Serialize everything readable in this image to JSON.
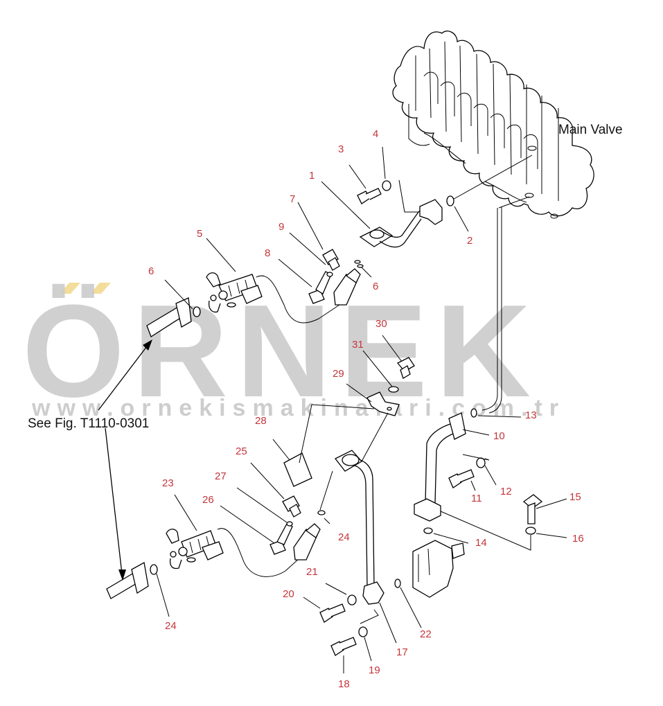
{
  "colors": {
    "callout": "#c2353a",
    "watermark": "#c9c8c9",
    "watermark_accent": "#f3dd9a",
    "line": "#000000"
  },
  "labels": {
    "main_valve": "Main Valve",
    "see_fig": "See Fig. T1110-0301"
  },
  "watermark": {
    "brand": "ÖRNEK",
    "url": "www.ornekismakinalari.com.tr"
  },
  "callouts": [
    "1",
    "2",
    "3",
    "4",
    "5",
    "6",
    "6",
    "7",
    "8",
    "9",
    "10",
    "11",
    "12",
    "13",
    "14",
    "15",
    "16",
    "17",
    "18",
    "19",
    "20",
    "21",
    "22",
    "23",
    "24",
    "24",
    "24",
    "25",
    "26",
    "27",
    "28",
    "29",
    "30",
    "31"
  ]
}
